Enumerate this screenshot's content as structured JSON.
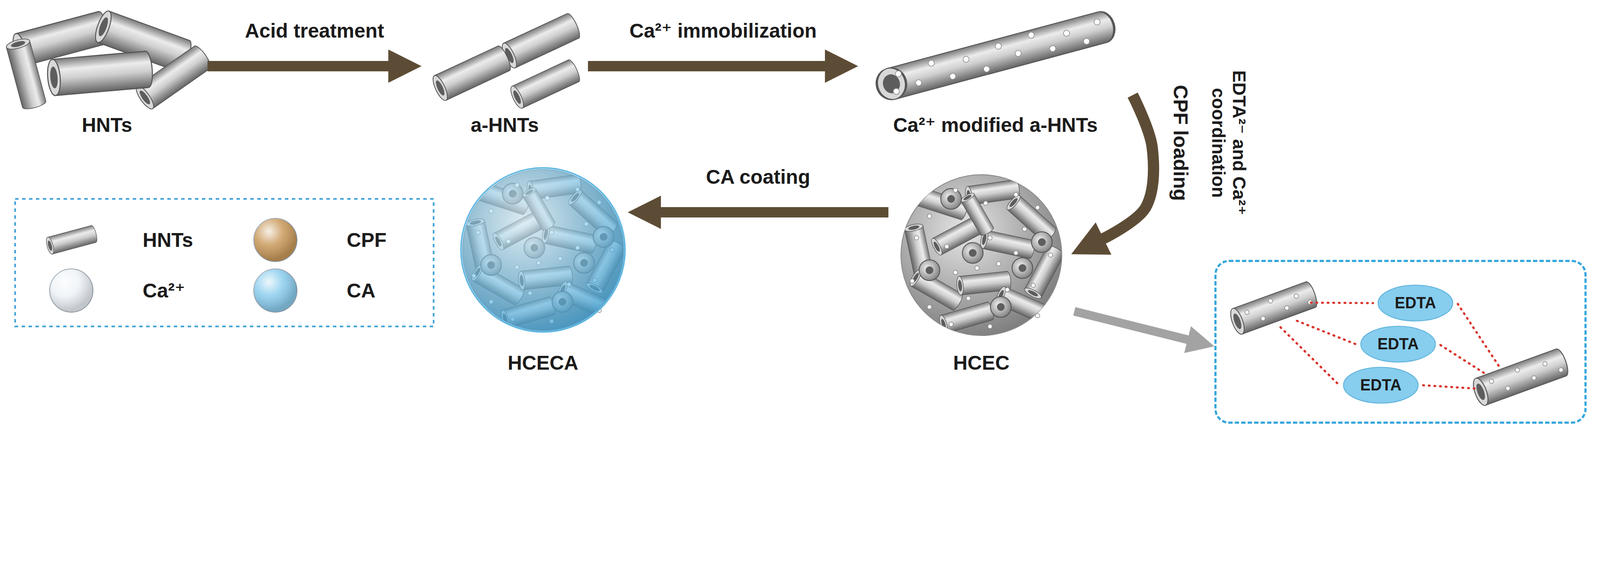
{
  "diagram": {
    "nodes": [
      {
        "text": [
          "HNTs"
        ]
      },
      {
        "text": [
          "a-HNTs"
        ]
      },
      {
        "text": [
          "Ca²⁺ modified a-HNTs"
        ]
      },
      {
        "text": [
          "HCECA"
        ]
      },
      {
        "text": [
          "HCEC"
        ]
      },
      {
        "text": []
      },
      {
        "text": [
          "EDTA"
        ],
        "in": 5
      },
      {
        "text": [
          "EDTA"
        ],
        "in": 5
      },
      {
        "text": [
          "EDTA"
        ],
        "in": 5
      }
    ],
    "edges": [
      {
        "from": 0,
        "to": 1,
        "arrow": "to",
        "label": "Acid treatment"
      },
      {
        "from": 1,
        "to": 2,
        "arrow": "to",
        "label": "Ca²⁺ immobilization"
      },
      {
        "from": 2,
        "to": 4,
        "arrow": "to",
        "label": "CPF loading"
      },
      {
        "from": 4,
        "to": 3,
        "arrow": "to",
        "label": "CA coating"
      },
      {
        "from": 4,
        "to": 5,
        "arrow": "to"
      }
    ],
    "labels": [
      "EDTA²⁻ and Ca²⁺ coordination"
    ],
    "legend": [
      {
        "text": "HNTs"
      },
      {
        "text": "CPF",
        "color": "#c99a5c"
      },
      {
        "text": "Ca²⁺",
        "color": "#eef3f8"
      },
      {
        "text": "CA",
        "color": "#8ccdee"
      }
    ]
  }
}
